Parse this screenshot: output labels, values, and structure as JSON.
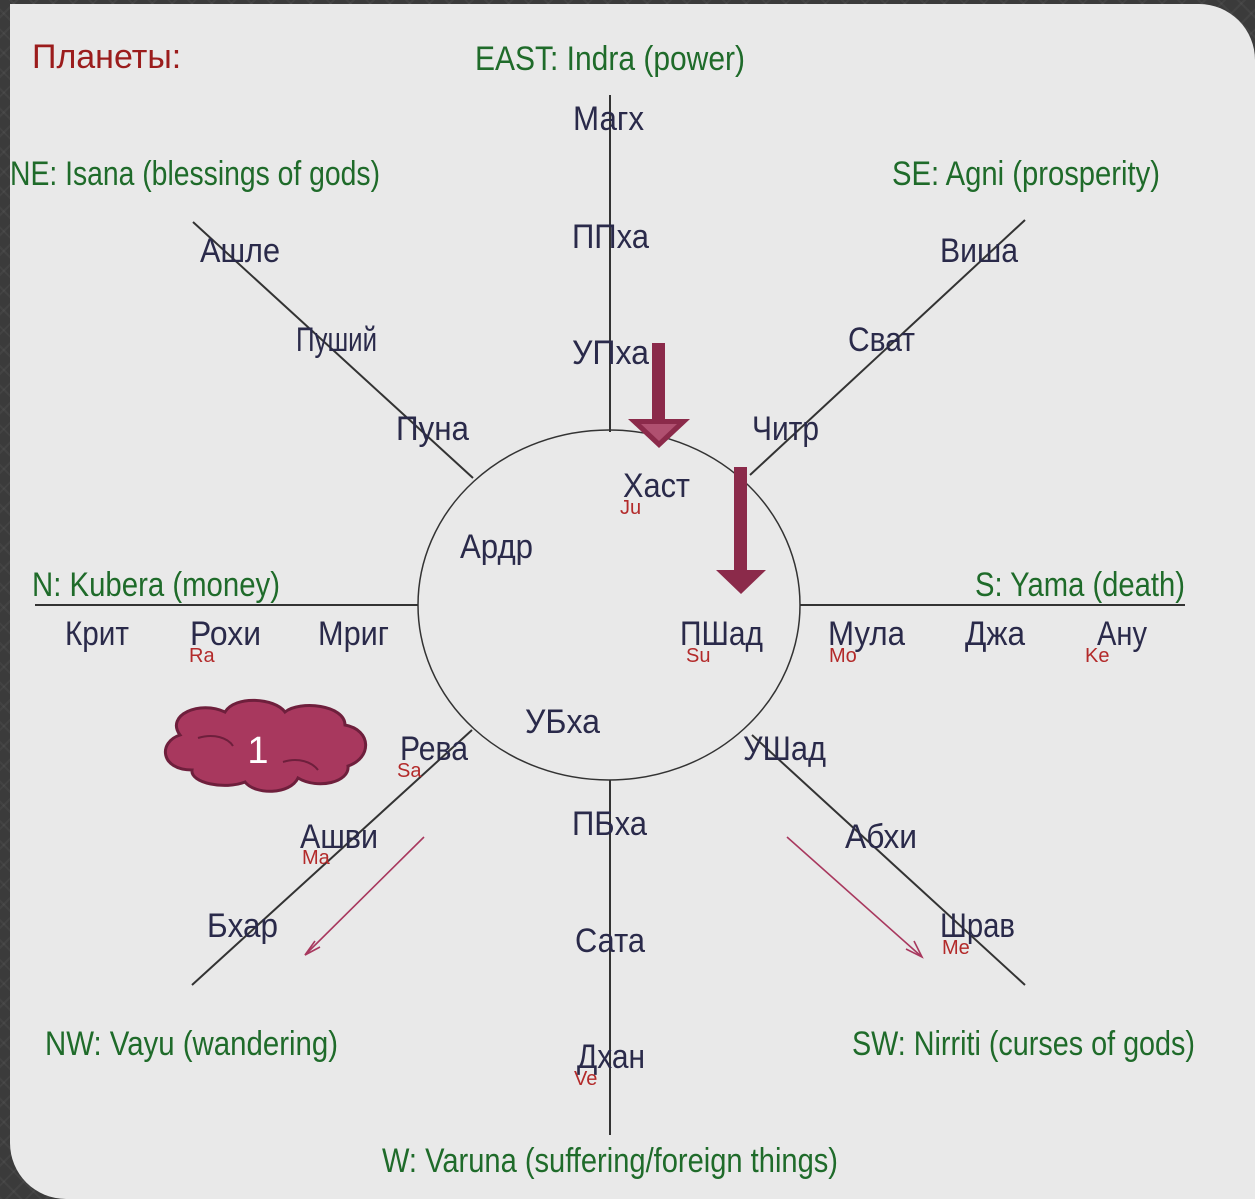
{
  "title": "Планеты:",
  "directions": {
    "east": "EAST: Indra (power)",
    "ne": "NE: Isana (blessings of gods)",
    "se": "SE: Agni (prosperity)",
    "n": "N: Kubera (money)",
    "s": "S: Yama (death)",
    "nw": "NW: Vayu (wandering)",
    "sw": "SW: Nirriti (curses of gods)",
    "w": "W: Varuna (suffering/foreign things)"
  },
  "nakshatras": {
    "magh": "Магх",
    "pph": "ППха",
    "uph": "УПха",
    "ashle": "Ашле",
    "push": "Пуший",
    "puna": "Пуна",
    "visha": "Виша",
    "svat": "Сват",
    "chitr": "Читр",
    "hast": "Хаст",
    "ardr": "Ардр",
    "krit": "Крит",
    "rohi": "Рохи",
    "mrig": "Мриг",
    "pshad": "ПШад",
    "mula": "Мула",
    "dzha": "Джа",
    "anu": "Ану",
    "ubha": "УБха",
    "reva": "Рева",
    "ushad": "УШад",
    "ashvi": "Ашви",
    "abhi": "Абхи",
    "pbha": "ПБха",
    "bhar": "Бхар",
    "sata": "Сата",
    "shrav": "Шрав",
    "dhan": "Дхан"
  },
  "planets": {
    "ju": "Ju",
    "ra": "Ra",
    "su": "Su",
    "mo": "Mo",
    "ke": "Ke",
    "sa": "Sa",
    "ma": "Ma",
    "me": "Me",
    "ve": "Ve"
  },
  "cloud_label": "1",
  "colors": {
    "direction_text": "#1f6b2a",
    "nakshatra_text": "#2a2a4a",
    "planet_text": "#b32a2a",
    "title": "#9b1c1c",
    "arrow": "#8b2a4a",
    "cloud": "#a8385e",
    "background": "#e9e9e9"
  }
}
